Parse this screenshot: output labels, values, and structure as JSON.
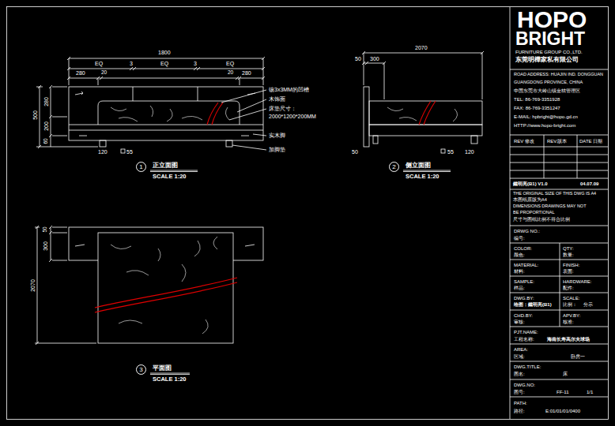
{
  "diagram": {
    "nodes": [
      {
        "text": [
          "1"
        ]
      },
      {
        "text": [
          "2"
        ]
      },
      {
        "text": [
          "3"
        ]
      }
    ],
    "labels": [
      "1800",
      "EQ",
      "3",
      "EQ",
      "3",
      "EQ",
      "280",
      "20",
      "20",
      "280",
      "500",
      "280",
      "60",
      "200",
      "120",
      "55",
      "镶3x3MM的凹槽",
      "木饰面",
      "床垫尺寸：",
      "2000*1200*200MM",
      "实木脚",
      "加脚垫",
      "正立面图",
      "SCALE 1:20",
      "2070",
      "50",
      "300",
      "50",
      "55",
      "120",
      "侧立面图",
      "SCALE 1:20",
      "2070",
      "300",
      "50",
      "平面图",
      "SCALE 1:20",
      "HOPO",
      "BRIGHT",
      "FURNITURE GROUP CO.,LTD.",
      "东莞明樺家私有限公司",
      "ROAD ADDRESS: HUAJIN IND. DONGGUAN",
      "GUANGDONG PROVINCE, CHINA",
      "中国东莞市大岭山镇金桔管理区",
      "TEL: 86-769-3351928",
      "FAX: 86-769-3351247",
      "E-MAIL: hpbright@hopo.gd.cn",
      "HTTP://www.hopo-bright.com",
      "REV 修改",
      "REV.版本",
      "DATE 日期",
      "鐵明亮(B1) V1.0",
      "04.07.09",
      "THE ORIGINAL SIZE OF THIS DWG IS A4",
      "本图纸原版为A4",
      "DIMENSIONS DRAWINGS MAY NOT",
      "BE PROPORTIONAL",
      "尺寸与图纸比例不符合比例",
      "DRWG NO.:",
      "编号:",
      "COLOR:",
      "QTY:",
      "颜色:",
      "数量:",
      "MATERIAL:",
      "FINISH:",
      "材料:",
      "表面:",
      "SAMPLE:",
      "HARDWARE:",
      "样品:",
      "配件:",
      "DWG.BY:",
      "SCALE:",
      "绘图：鐵明亮(B1)",
      "比例：",
      "分示",
      "CHD.BY:",
      "APV.BY:",
      "审核:",
      "核准:",
      "PJT.NAME:",
      "工程名称:",
      "海南长寿高尔夫球场",
      "AREA:",
      "区域:",
      "卧房一",
      "DWG.TITLE:",
      "图名:",
      "床",
      "DWG.NO:",
      "图号:",
      "FF-11",
      "1/1",
      "PATH:",
      "路径:",
      "E:01/01/01/0400"
    ]
  }
}
